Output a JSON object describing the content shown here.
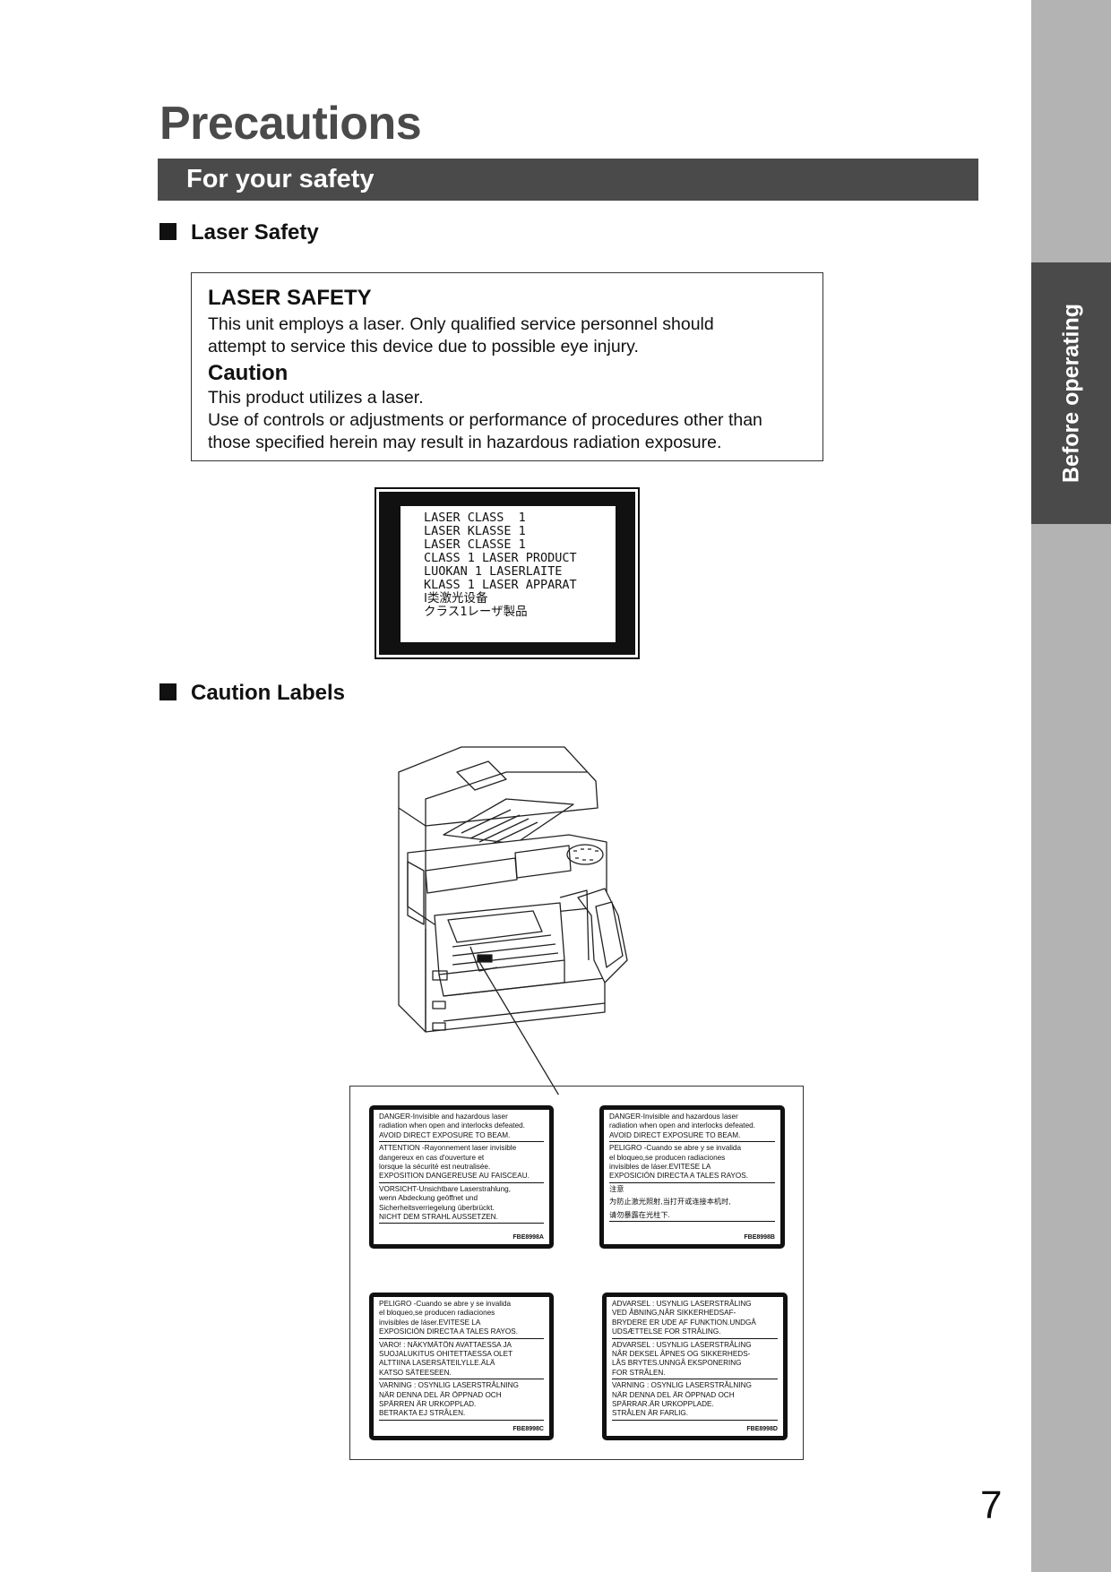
{
  "side_tab": {
    "label": "Before operating"
  },
  "page_title": "Precautions",
  "section_bar": "For your safety",
  "sections": {
    "laser_safety": "Laser Safety",
    "caution_labels": "Caution Labels"
  },
  "laser_box": {
    "heading": "LASER SAFETY",
    "lines": [
      "This unit employs a laser. Only qualified service personnel should",
      "attempt to service this device due to possible eye injury."
    ],
    "caution_heading": "Caution",
    "caution_lines": [
      "This product utilizes a laser.",
      "Use of controls or adjustments or performance of procedures other than",
      "those specified herein may result in hazardous radiation exposure."
    ]
  },
  "class_label": {
    "lines": [
      "LASER CLASS  1",
      "LASER KLASSE 1",
      "LASER CLASSE 1",
      "CLASS 1 LASER PRODUCT",
      "LUOKAN 1 LASERLAITE",
      "KLASS 1 LASER APPARAT",
      "Ⅰ类激光设备",
      "クラス1レーザ製品"
    ]
  },
  "warning_labels": [
    {
      "code": "FBE8998A",
      "sections": [
        [
          "DANGER-Invisible and hazardous laser",
          "radiation when open and interlocks defeated.",
          "AVOID DIRECT EXPOSURE TO BEAM."
        ],
        [
          "ATTENTION -Rayonnement laser invisible",
          "dangereux en cas d'ouverture et",
          "lorsque la sécurité est neutralisée.",
          "EXPOSITION DANGEREUSE AU FAISCEAU."
        ],
        [
          "VORSICHT-Unsichtbare Laserstrahlung,",
          "wenn Abdeckung geöffnet und",
          "Sicherheitsverriegelung überbrückt.",
          "NICHT DEM STRAHL AUSSETZEN."
        ]
      ]
    },
    {
      "code": "FBE8998B",
      "sections": [
        [
          "DANGER-Invisible and hazardous laser",
          "radiation when open and interlocks defeated.",
          "AVOID DIRECT EXPOSURE TO BEAM."
        ],
        [
          "PELIGRO -Cuando se abre y se invalida",
          "el bloqueo,se producen radiaciones",
          "invisibles de láser.EVITESE LA",
          "EXPOSICIÓN DIRECTA A TALES RAYOS."
        ],
        [
          "注意",
          "为防止激光照射,当打开或连接本机时,",
          "请勿暴露在光柱下."
        ]
      ]
    },
    {
      "code": "FBE8998C",
      "sections": [
        [
          "PELIGRO -Cuando se abre y se invalida",
          "el bloqueo,se producen radiaciones",
          "invisibles de láser.EVITESE LA",
          "EXPOSICIÓN DIRECTA A TALES RAYOS."
        ],
        [
          "VARO! : NÄKYMÄTÖN AVATTAESSA JA",
          "SUOJALUKITUS OHITETTAESSA OLET",
          "ALTTIINA LASERSÄTEILYLLE.ÄLÄ",
          "KATSO SÄTEESEEN."
        ],
        [
          "VARNING : OSYNLIG LASERSTRÅLNING",
          "NÄR DENNA DEL ÄR ÖPPNAD OCH",
          "SPÄRREN ÄR URKOPPLAD.",
          "BETRAKTA EJ STRÅLEN."
        ]
      ]
    },
    {
      "code": "FBE8998D",
      "sections": [
        [
          "ADVARSEL : USYNLIG LASERSTRÅLING",
          "VED ÅBNING,NÅR SIKKERHEDSAF-",
          "BRYDERE ER UDE AF FUNKTION.UNDGÅ",
          "UDSÆTTELSE FOR STRÅLING."
        ],
        [
          "ADVARSEL : USYNLIG LASERSTRÅLING",
          "NÅR DEKSEL ÅPNES OG SIKKERHEDS-",
          "LÅS BRYTES.UNNGÅ EKSPONERING",
          "FOR STRÅLEN."
        ],
        [
          "VARNING : OSYNLIG LASERSTRÅLNING",
          "NÄR DENNA DEL ÄR ÖPPNAD OCH",
          "SPÄRRAR.ÄR URKOPPLADE.",
          "STRÅLEN ÄR FARLIG."
        ]
      ]
    }
  ],
  "page_number": "7"
}
